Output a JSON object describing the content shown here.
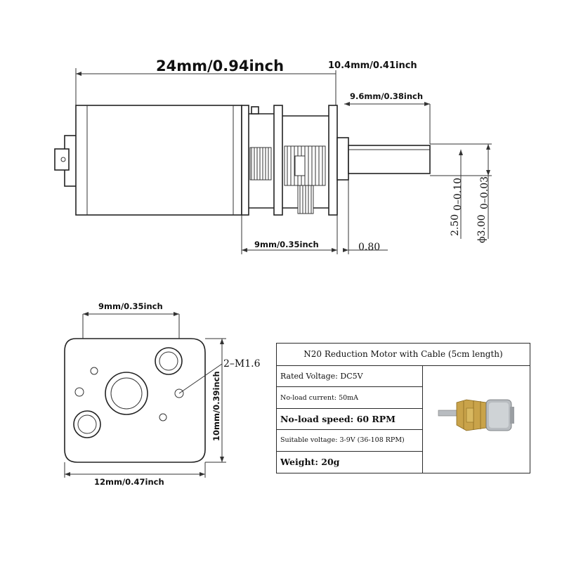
{
  "dimensions": {
    "overall_length": "24mm/0.94inch",
    "gearbox_length": "10.4mm/0.41inch",
    "shaft_length": "9.6mm/0.38inch",
    "gearbox_body": "9mm/0.35inch",
    "shaft_flat": "2.50",
    "shaft_flat_tol": "0–0.10",
    "shaft_dia": "ϕ3.00",
    "shaft_dia_tol": "0–0.03",
    "collar": "0.80",
    "front_hole_spacing": "9mm/0.35inch",
    "front_height": "10mm/0.39inch",
    "front_width": "12mm/0.47inch",
    "screw_holes": "2–M1.6"
  },
  "spec_table": {
    "title": "N20 Reduction Motor with Cable (5cm length)",
    "rows": [
      "Rated Voltage: DC5V",
      "No-load current: 50mA",
      "No-load speed: 60 RPM",
      "Suitable voltage: 3-9V (36-108 RPM)",
      "Weight: 20g"
    ]
  },
  "colors": {
    "line": "#222222",
    "brass": "#c9a34a",
    "steel": "#b8bcc0"
  }
}
